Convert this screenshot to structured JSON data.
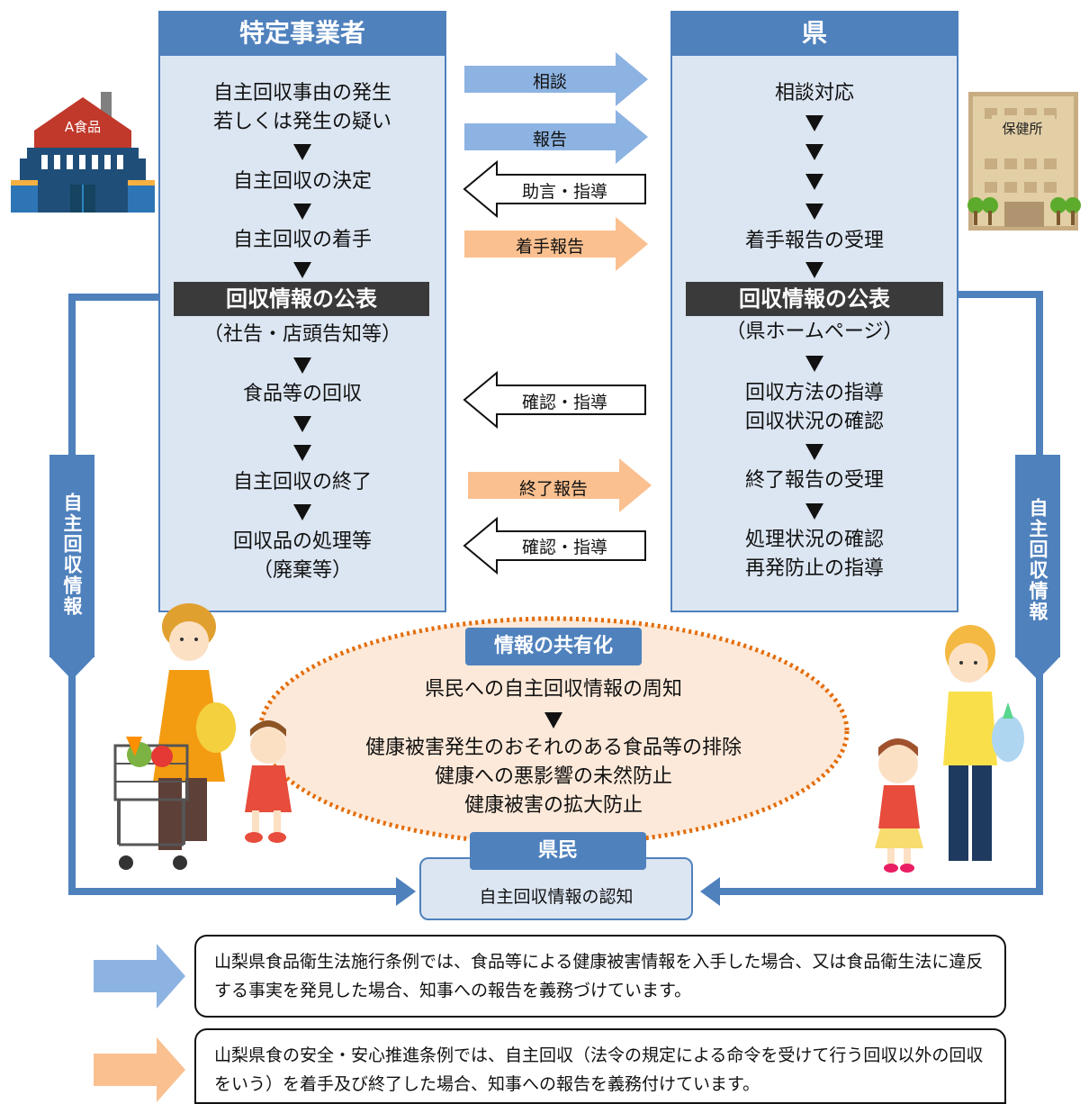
{
  "left": {
    "title": "特定事業者",
    "steps": {
      "s1a": "自主回収事由の発生",
      "s1b": "若しくは発生の疑い",
      "s2": "自主回収の決定",
      "s3": "自主回収の着手",
      "pub": "回収情報の公表",
      "pub_sub": "（社告・店頭告知等）",
      "s4": "食品等の回収",
      "s5": "自主回収の終了",
      "s6a": "回収品の処理等",
      "s6b": "（廃棄等）"
    }
  },
  "right": {
    "title": "県",
    "steps": {
      "s1": "相談対応",
      "s2": "着手報告の受理",
      "pub": "回収情報の公表",
      "pub_sub": "（県ホームページ）",
      "s3a": "回収方法の指導",
      "s3b": "回収状況の確認",
      "s4": "終了報告の受理",
      "s5a": "処理状況の確認",
      "s5b": "再発防止の指導"
    }
  },
  "arrows": {
    "consult": "相談",
    "report": "報告",
    "advice": "助言・指導",
    "start_report": "着手報告",
    "confirm1": "確認・指導",
    "end_report": "終了報告",
    "confirm2": "確認・指導"
  },
  "side_banner": "自主回収情報",
  "icons": {
    "factory_sign": "A食品",
    "health_center_sign": "保健所"
  },
  "sharing": {
    "title": "情報の共有化",
    "line1": "県民への自主回収情報の周知",
    "line2": "健康被害発生のおそれのある食品等の排除",
    "line3": "健康への悪影響の未然防止",
    "line4": "健康被害の拡大防止"
  },
  "citizens": {
    "title": "県民",
    "text": "自主回収情報の認知"
  },
  "notes": {
    "blue": "山梨県食品衛生法施行条例では、食品等による健康被害情報を入手した場合、又は食品衛生法に違反する事実を発見した場合、知事への報告を義務づけています。",
    "orange": "山梨県食の安全・安心推進条例では、自主回収（法令の規定による命令を受けて行う回収以外の回収をいう）を着手及び終了した場合、知事への報告を義務付けています。"
  },
  "colors": {
    "blue": "#4f81bd",
    "light_blue": "#8db3e2",
    "panel": "#dce6f2",
    "peach": "#fac090",
    "dark": "#3a3a3a",
    "dotted": "#e36c09"
  }
}
